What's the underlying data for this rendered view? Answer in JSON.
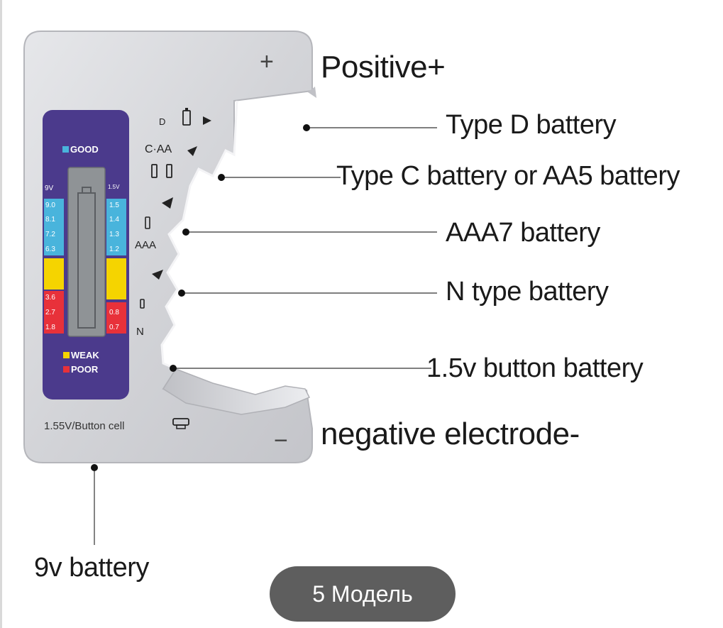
{
  "device": {
    "good_label": "GOOD",
    "weak_label": "WEAK",
    "poor_label": "POOR",
    "scale_left_header": "9V",
    "scale_right_header": "1.5V",
    "scale_left_values": [
      "9.0",
      "8.1",
      "7.2",
      "6.3",
      "3.6",
      "2.7",
      "1.8"
    ],
    "scale_right_values": [
      "1.5",
      "1.4",
      "1.3",
      "1.2",
      "0.8",
      "0.7"
    ],
    "button_cell_label": "1.55V/Button cell",
    "plus_sign": "+",
    "minus_sign": "−",
    "slot_labels": {
      "d": "D",
      "caa": "C·AA",
      "aaa": "AAA",
      "n": "N"
    }
  },
  "callouts": {
    "positive": "Positive+",
    "type_d": "Type D battery",
    "type_c": "Type C battery or AA5 battery",
    "aaa7": "AAA7 battery",
    "n_type": "N type battery",
    "button": "1.5v button battery",
    "negative": "negative electrode-",
    "nine_volt": "9v battery"
  },
  "model_badge": "5 Модель",
  "colors": {
    "panel_purple": "#4b3a8c",
    "good_blue": "#49b4dc",
    "weak_yellow": "#f5d400",
    "poor_red": "#e8313a",
    "body_silver": "#d4d5d9",
    "badge_gray": "#5e5e5e"
  }
}
